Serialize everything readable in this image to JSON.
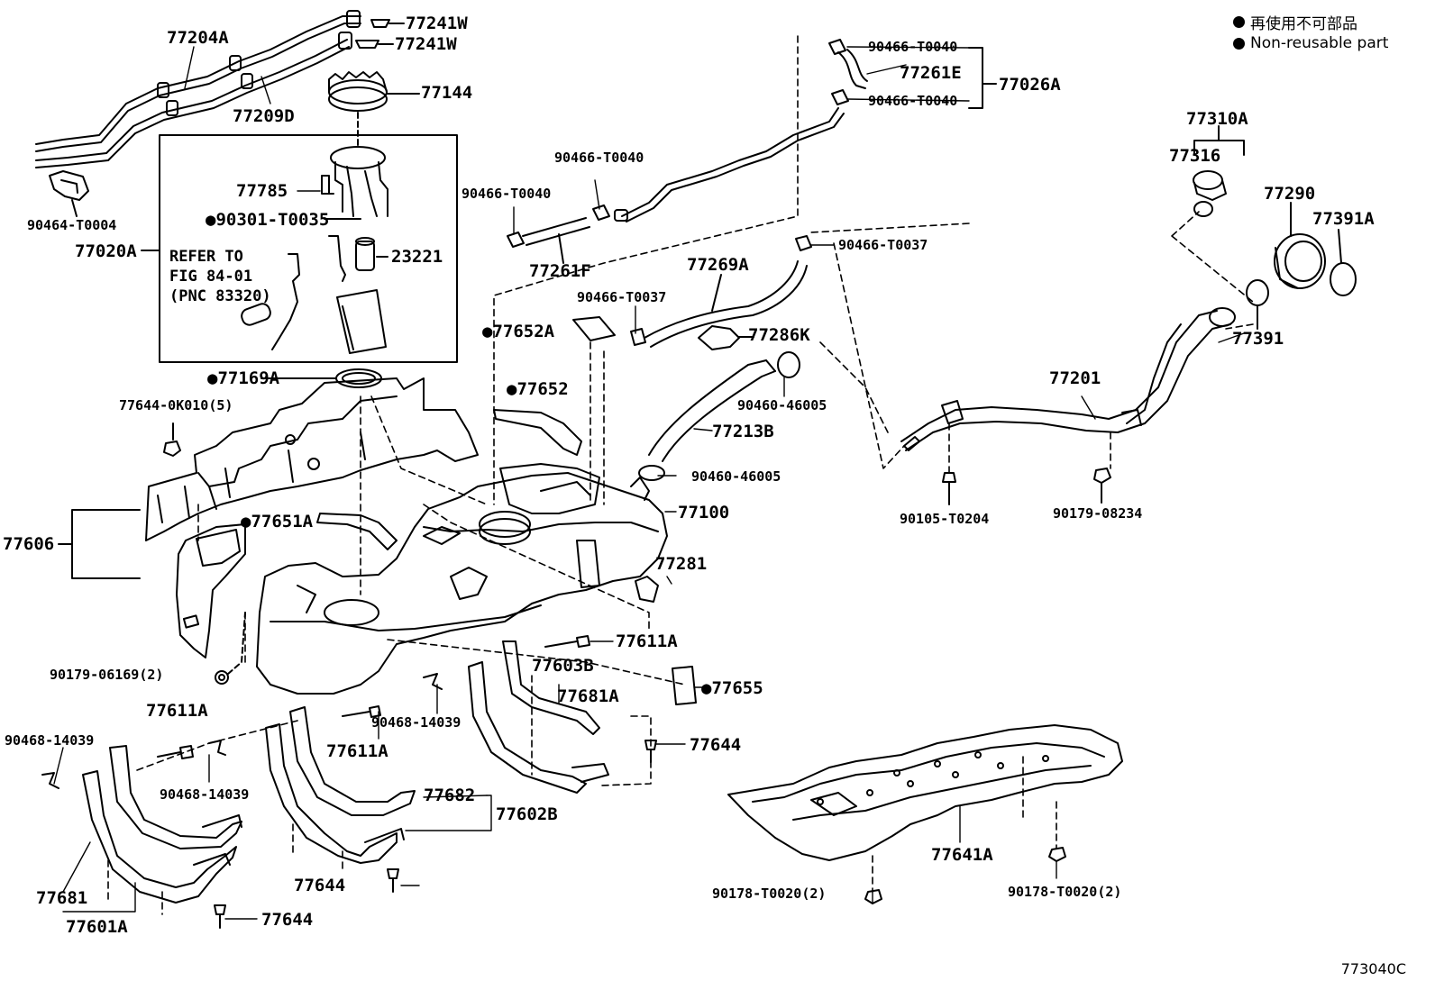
{
  "legend": {
    "line_ja": "再使用不可部品",
    "line_en": "Non-reusable part"
  },
  "figure_code": "773040C",
  "refer_note": {
    "line1": "REFER TO",
    "line2": "FIG 84-01",
    "line3": "(PNC 83320)"
  },
  "labels": {
    "p77204A": "77204A",
    "p77241W_a": "77241W",
    "p77241W_b": "77241W",
    "p77209D": "77209D",
    "p77144": "77144",
    "p90464": "90464-T0004",
    "p77020A": "77020A",
    "p77785": "77785",
    "p90301": "●90301-T0035",
    "p23221": "23221",
    "p77169A": "●77169A",
    "p77644_0K010": "77644-0K010(5)",
    "p77606": "77606",
    "p77651A": "●77651A",
    "p90179_06169": "90179-06169(2)",
    "p90466_a": "90466-T0040",
    "p77261E": "77261E",
    "p90466_b": "90466-T0040",
    "p77026A": "77026A",
    "p90466_c": "90466-T0040",
    "p90466_d": "90466-T0040",
    "p77261F": "77261F",
    "p90466_e": "90466-T0037",
    "p77269A": "77269A",
    "p90466_f": "90466-T0037",
    "p77652A": "●77652A",
    "p77286K": "77286K",
    "p77652": "●77652",
    "p90460_a": "90460-46005",
    "p77213B": "77213B",
    "p90460_b": "90460-46005",
    "p77100": "77100",
    "p77281": "77281",
    "p77611A_a": "77611A",
    "p77603B": "77603B",
    "p77681A": "77681A",
    "p77655": "●77655",
    "p90468_a": "90468-14039",
    "p77611A_b": "77611A",
    "p77644_a": "77644",
    "p77611A_c": "77611A",
    "p90468_b": "90468-14039",
    "p90468_c": "90468-14039",
    "p77682": "77682",
    "p77602B": "77602B",
    "p77644_b": "77644",
    "p77681": "77681",
    "p77601A": "77601A",
    "p77644_c": "77644",
    "p77310A": "77310A",
    "p77316": "77316",
    "p77290": "77290",
    "p77391A": "77391A",
    "p77391": "77391",
    "p77201": "77201",
    "p90105": "90105-T0204",
    "p90179_08234": "90179-08234",
    "p77641A": "77641A",
    "p90178_a": "90178-T0020(2)",
    "p90178_b": "90178-T0020(2)"
  }
}
